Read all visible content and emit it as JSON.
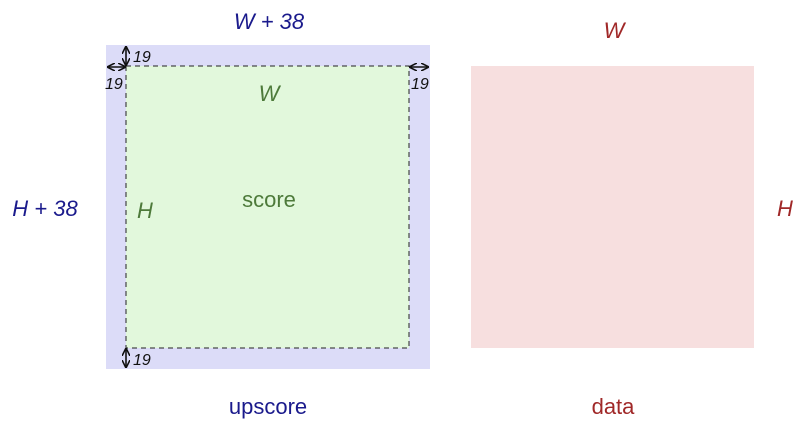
{
  "colors": {
    "upscore_fill": "#dcdcf8",
    "score_fill": "#e2f8dc",
    "data_fill": "#f7dfdf",
    "blue_text": "#1a1a8c",
    "green_text": "#4d7a3a",
    "red_text": "#a02828",
    "dim_stroke": "#111111"
  },
  "upscore": {
    "width_label": "W + 38",
    "height_label": "H + 38",
    "caption": "upscore"
  },
  "score": {
    "width_label": "W",
    "height_label": "H",
    "name": "score"
  },
  "data": {
    "width_label": "W",
    "height_label": "H",
    "caption": "data"
  },
  "padding": {
    "top": "19",
    "left": "19",
    "right": "19",
    "bottom": "19"
  }
}
